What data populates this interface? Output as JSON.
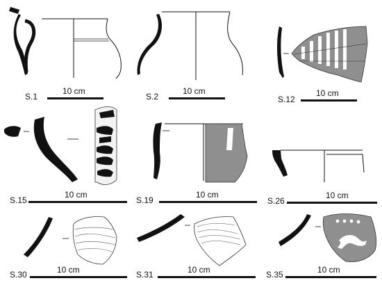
{
  "figure": {
    "background": "#ffffff",
    "ink": "#111111",
    "slip_gray": "#8f8f8f",
    "light_gray": "#bdbdbd"
  },
  "sherds": [
    {
      "id": "S.1",
      "label": "S.1",
      "scale_label": "10 cm"
    },
    {
      "id": "S.2",
      "label": "S.2",
      "scale_label": "10 cm"
    },
    {
      "id": "S.12",
      "label": "S.12",
      "scale_label": "10 cm"
    },
    {
      "id": "S.15",
      "label": "S.15",
      "scale_label": "10 cm"
    },
    {
      "id": "S.19",
      "label": "S.19",
      "scale_label": "10 cm"
    },
    {
      "id": "S.26",
      "label": "S.26",
      "scale_label": "10 cm"
    },
    {
      "id": "S.30",
      "label": "S.30",
      "scale_label": "10 cm"
    },
    {
      "id": "S.31",
      "label": "S.31",
      "scale_label": "10 cm"
    },
    {
      "id": "S.35",
      "label": "S.35",
      "scale_label": "10 cm"
    }
  ]
}
